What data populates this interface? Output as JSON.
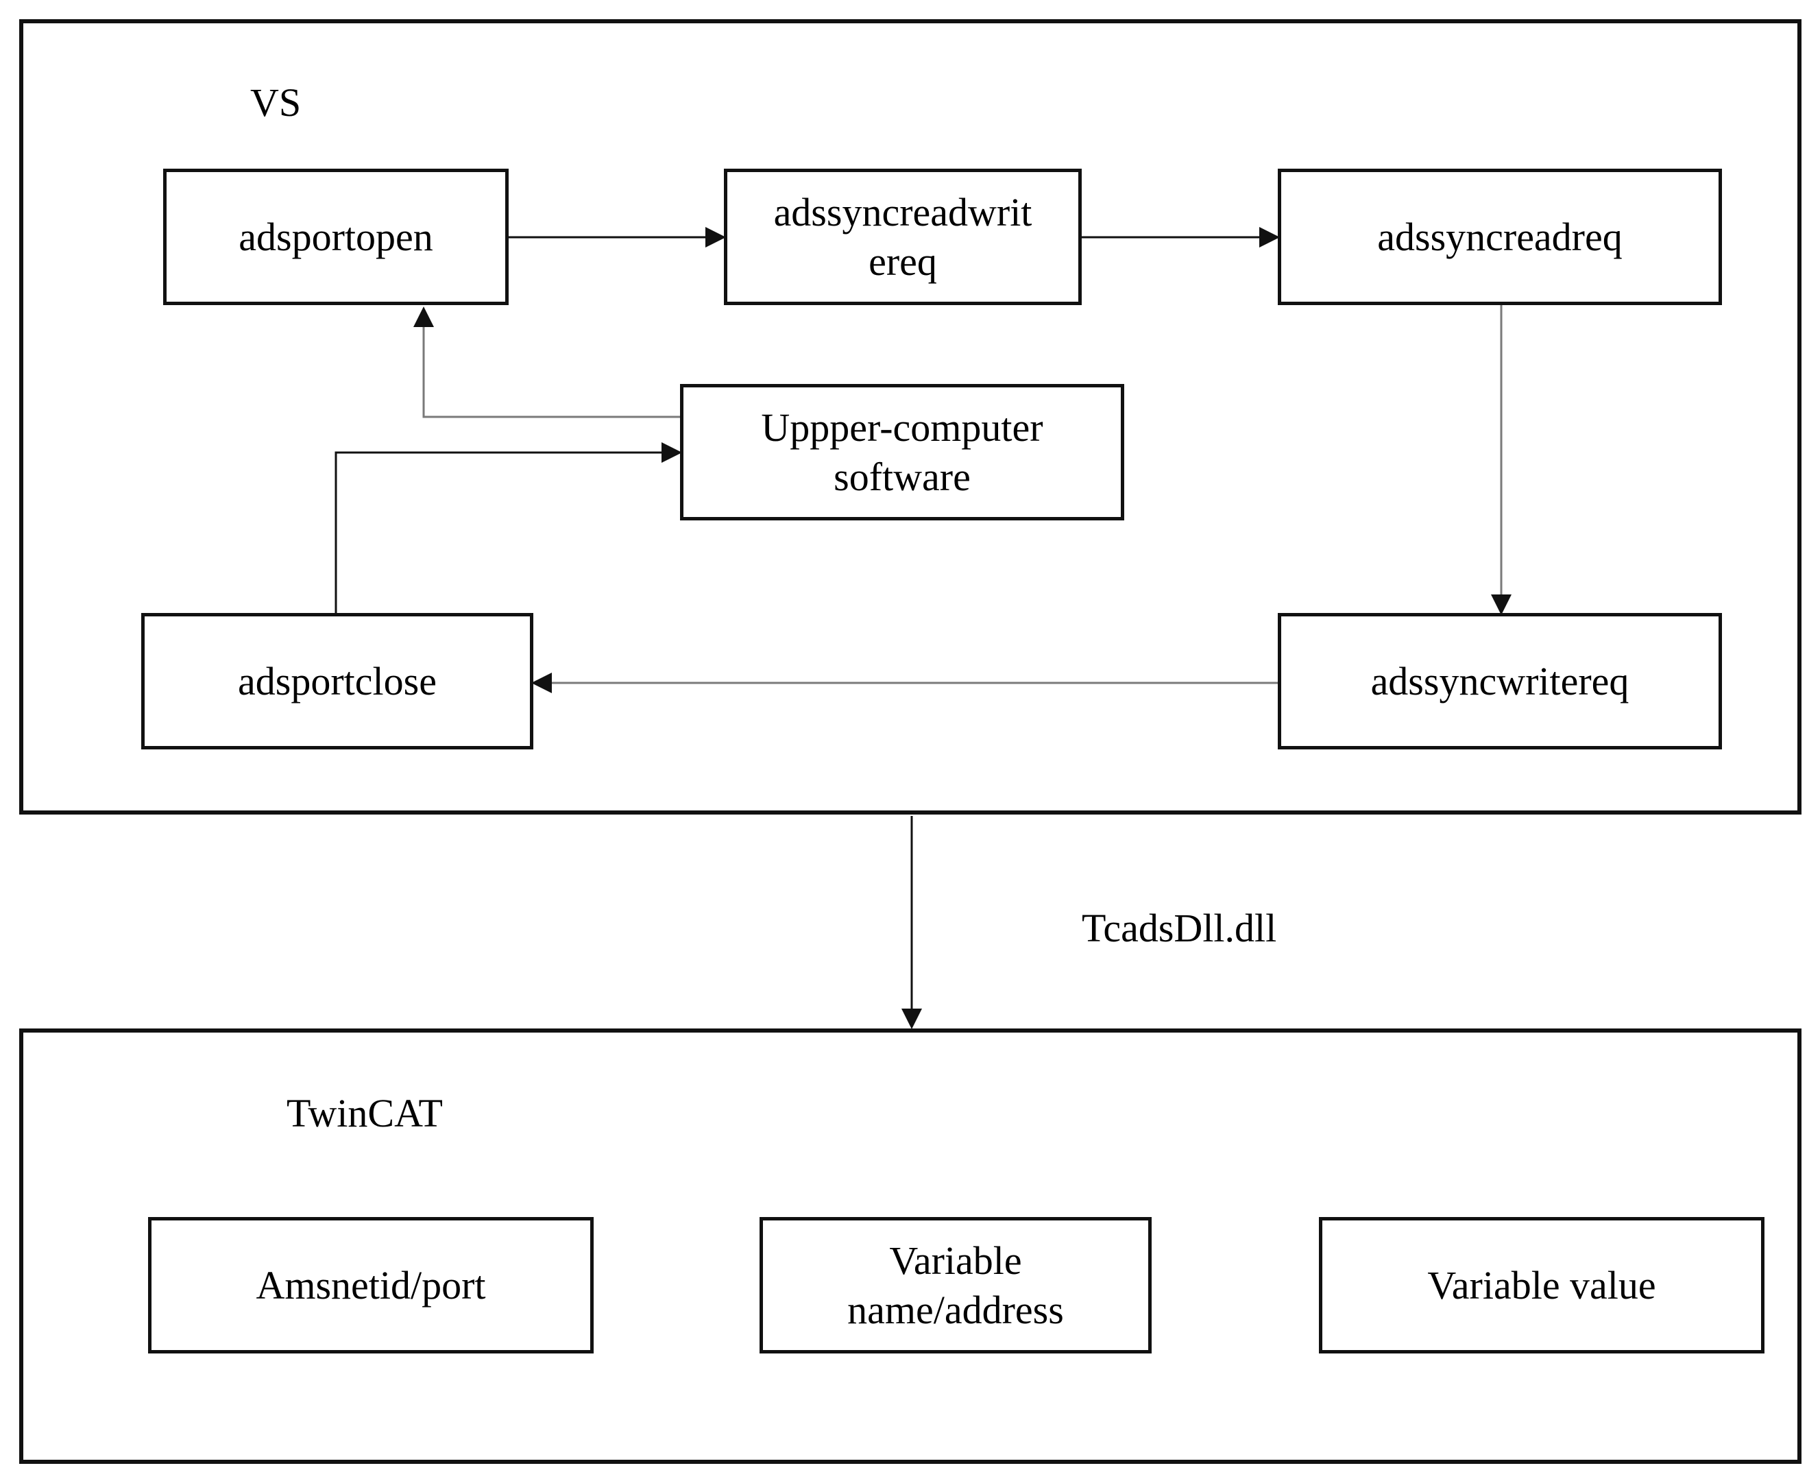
{
  "vs_panel": {
    "title": "VS"
  },
  "vs_nodes": {
    "adsportopen": "adsportopen",
    "adssyncreadwritereq": "adssyncreadwrit\nereq",
    "adssyncreadreq": "adssyncreadreq",
    "upper_computer_software": "Uppper-computer\nsoftware",
    "adsportclose": "adsportclose",
    "adssyncwritereq": "adssyncwritereq"
  },
  "link": {
    "label": "TcadsDll.dll"
  },
  "twincat_panel": {
    "title": "TwinCAT"
  },
  "twincat_nodes": {
    "amsnetid_port": "Amsnetid/port",
    "variable_name_address": "Variable\nname/address",
    "variable_value": "Variable value"
  },
  "colors": {
    "line": "#111111",
    "gray_line": "#7a7a7a",
    "background": "#ffffff"
  }
}
